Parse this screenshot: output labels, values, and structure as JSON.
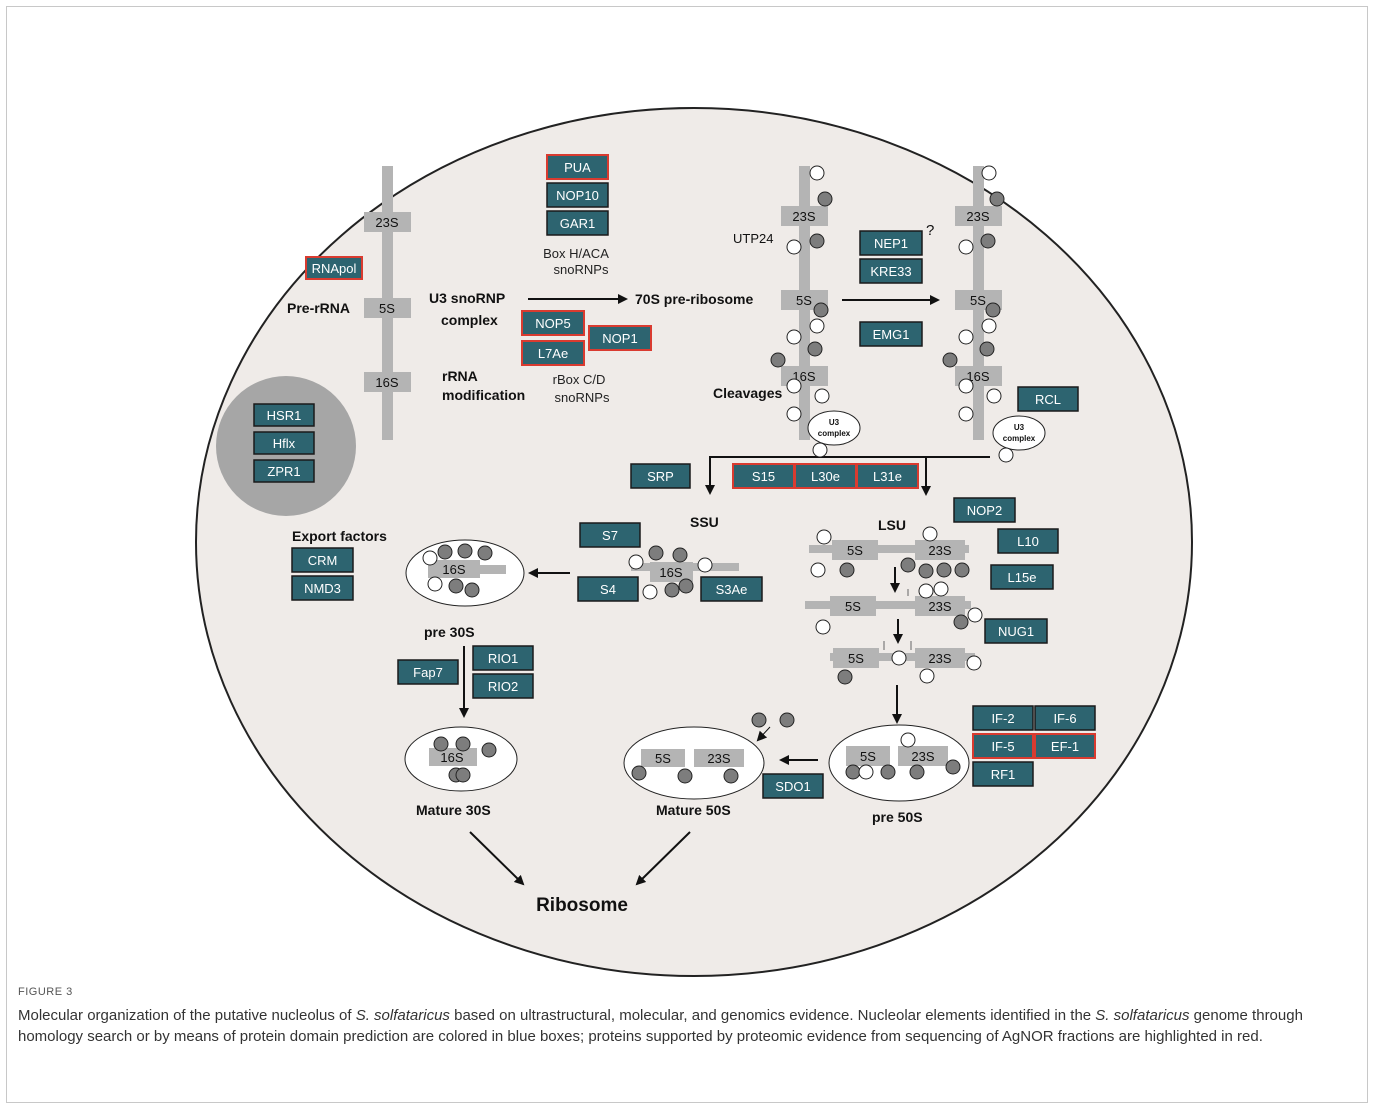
{
  "colors": {
    "background": "#ffffff",
    "nucleolus_fill": "#efebe8",
    "nucleolus_stroke": "#222222",
    "protein_box": "#2d6470",
    "proteomic_border": "#d93b30",
    "rna_gray": "#b4b4b4",
    "dark_subunit": "#7d7d7d",
    "cluster_disc": "#a6a6a6"
  },
  "labels": {
    "pre_rrna": "Pre-rRNA",
    "u3_snornp": "U3 snoRNP",
    "complex": "complex",
    "rrna": "rRNA",
    "modification": "modification",
    "box_haca_1": "Box H/ACA",
    "box_haca_2": "snoRNPs",
    "box_cd_1": "rBox C/D",
    "box_cd_2": "snoRNPs",
    "pre_ribosome_70s": "70S pre-ribosome",
    "utp24": "UTP24",
    "question": "?",
    "cleavages": "Cleavages",
    "u3_1": "U3",
    "u3_2": "complex",
    "ssu": "SSU",
    "lsu": "LSU",
    "export_factors": "Export factors",
    "pre_30s": "pre 30S",
    "mature_30s": "Mature 30S",
    "mature_50s": "Mature 50S",
    "pre_50s": "pre 50S",
    "ribosome": "Ribosome"
  },
  "rrna_labels": {
    "r23s": "23S",
    "r5s": "5S",
    "r16s": "16S"
  },
  "proteins": {
    "rnapol": "RNApol",
    "hsr1": "HSR1",
    "hflx": "Hflx",
    "zpr1": "ZPR1",
    "pua": "PUA",
    "nop10": "NOP10",
    "gar1": "GAR1",
    "nop5": "NOP5",
    "nop1": "NOP1",
    "l7ae": "L7Ae",
    "nep1": "NEP1",
    "kre33": "KRE33",
    "emg1": "EMG1",
    "rcl": "RCL",
    "srp": "SRP",
    "s15": "S15",
    "l30e": "L30e",
    "l31e": "L31e",
    "s7": "S7",
    "s4": "S4",
    "s3ae": "S3Ae",
    "crm": "CRM",
    "nmd3": "NMD3",
    "nop2": "NOP2",
    "l10": "L10",
    "l15e": "L15e",
    "nug1": "NUG1",
    "fap7": "Fap7",
    "rio1": "RIO1",
    "rio2": "RIO2",
    "if2": "IF-2",
    "if6": "IF-6",
    "if5": "IF-5",
    "ef1": "EF-1",
    "rf1": "RF1",
    "sdo1": "SDO1"
  },
  "caption": {
    "label": "FIGURE 3",
    "t1": "Molecular organization of the putative nucleolus of ",
    "species1": "S. solfataricus",
    "t2": " based on ultrastructural, molecular, and genomics evidence. Nucleolar elements identified in the ",
    "species2": "S. solfataricus",
    "t3": " genome through homology search or by means of protein domain prediction are colored in blue boxes; proteins supported by proteomic evidence from sequencing of AgNOR fractions are highlighted in red."
  }
}
